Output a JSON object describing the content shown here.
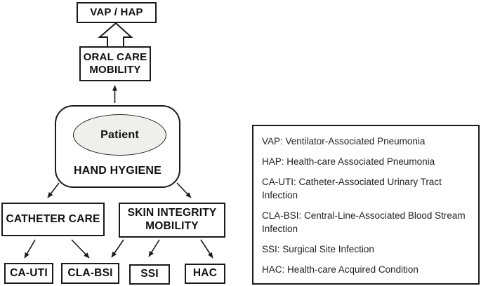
{
  "flowchart": {
    "vap_hap": "VAP / HAP",
    "oral_care": "ORAL CARE\nMOBILITY",
    "patient": "Patient",
    "hand_hygiene": "HAND HYGIENE",
    "catheter_care": "CATHETER CARE",
    "skin_integrity": "SKIN INTEGRITY\nMOBILITY",
    "ca_uti": "CA-UTI",
    "cla_bsi": "CLA-BSI",
    "ssi": "SSI",
    "hac": "HAC"
  },
  "legend": {
    "items": [
      {
        "text": "VAP: Ventilator-Associated Pneumonia"
      },
      {
        "text": "HAP: Health-care Associated Pneumonia"
      },
      {
        "text": "CA-UTI: Catheter-Associated Urinary Tract Infection"
      },
      {
        "text": "CLA-BSI: Central-Line-Associated Blood Stream Infection"
      },
      {
        "text": "SSI: Surgical Site Infection"
      },
      {
        "text": "HAC: Health-care Acquired Condition"
      }
    ]
  },
  "colors": {
    "stroke": "#1a1a1a",
    "ellipse_fill": "#efefec",
    "background": "#ffffff"
  }
}
